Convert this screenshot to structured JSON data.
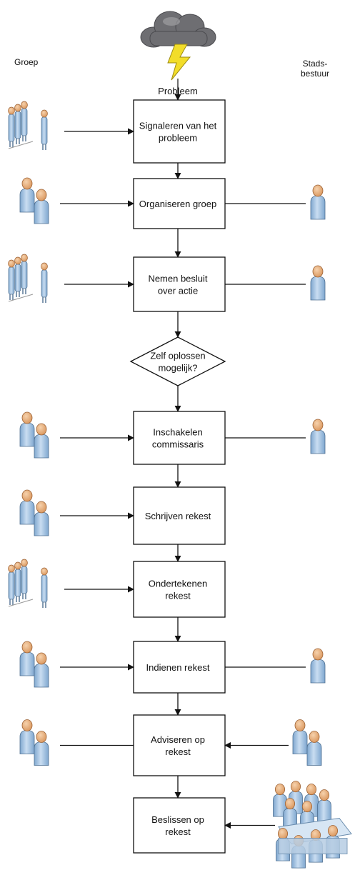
{
  "columns": {
    "left_heading": "Groep",
    "right_heading_line1": "Stads-",
    "right_heading_line2": "bestuur"
  },
  "start": {
    "label": "Probleem",
    "icon": "storm-cloud-lightning-icon"
  },
  "steps": [
    {
      "kind": "process",
      "lines": [
        "Signaleren van het",
        "probleem"
      ],
      "left_actor": "standing-group",
      "left_arrow": "to-step",
      "right_actor": "",
      "right_arrow": ""
    },
    {
      "kind": "process",
      "lines": [
        "Organiseren groep"
      ],
      "left_actor": "pair",
      "left_arrow": "to-step",
      "right_actor": "single",
      "right_arrow": "line"
    },
    {
      "kind": "process",
      "lines": [
        "Nemen besluit",
        "over actie"
      ],
      "left_actor": "standing-group",
      "left_arrow": "to-step",
      "right_actor": "single",
      "right_arrow": "line"
    },
    {
      "kind": "decision",
      "lines": [
        "Zelf oplossen",
        "mogelijk?"
      ],
      "left_actor": "",
      "left_arrow": "",
      "right_actor": "",
      "right_arrow": ""
    },
    {
      "kind": "process",
      "lines": [
        "Inschakelen",
        "commissaris"
      ],
      "left_actor": "pair",
      "left_arrow": "to-step",
      "right_actor": "single",
      "right_arrow": "line"
    },
    {
      "kind": "process",
      "lines": [
        "Schrijven rekest"
      ],
      "left_actor": "pair",
      "left_arrow": "to-step",
      "right_actor": "",
      "right_arrow": ""
    },
    {
      "kind": "process",
      "lines": [
        "Ondertekenen",
        "rekest"
      ],
      "left_actor": "standing-group",
      "left_arrow": "to-step",
      "right_actor": "",
      "right_arrow": ""
    },
    {
      "kind": "process",
      "lines": [
        "Indienen rekest"
      ],
      "left_actor": "pair",
      "left_arrow": "to-step",
      "right_actor": "single",
      "right_arrow": "line"
    },
    {
      "kind": "process",
      "lines": [
        "Adviseren op",
        "rekest"
      ],
      "left_actor": "pair",
      "left_arrow": "line",
      "right_actor": "pair",
      "right_arrow": "to-step"
    },
    {
      "kind": "process",
      "lines": [
        "Beslissen op",
        "rekest"
      ],
      "left_actor": "",
      "left_arrow": "",
      "right_actor": "meeting",
      "right_arrow": "to-step"
    }
  ],
  "colors": {
    "line": "#111111",
    "box_fill": "#ffffff",
    "person_body": "#aac8e6",
    "person_head": "#e9b07e",
    "cloud": "#77777a",
    "bolt": "#f2dd2a"
  }
}
